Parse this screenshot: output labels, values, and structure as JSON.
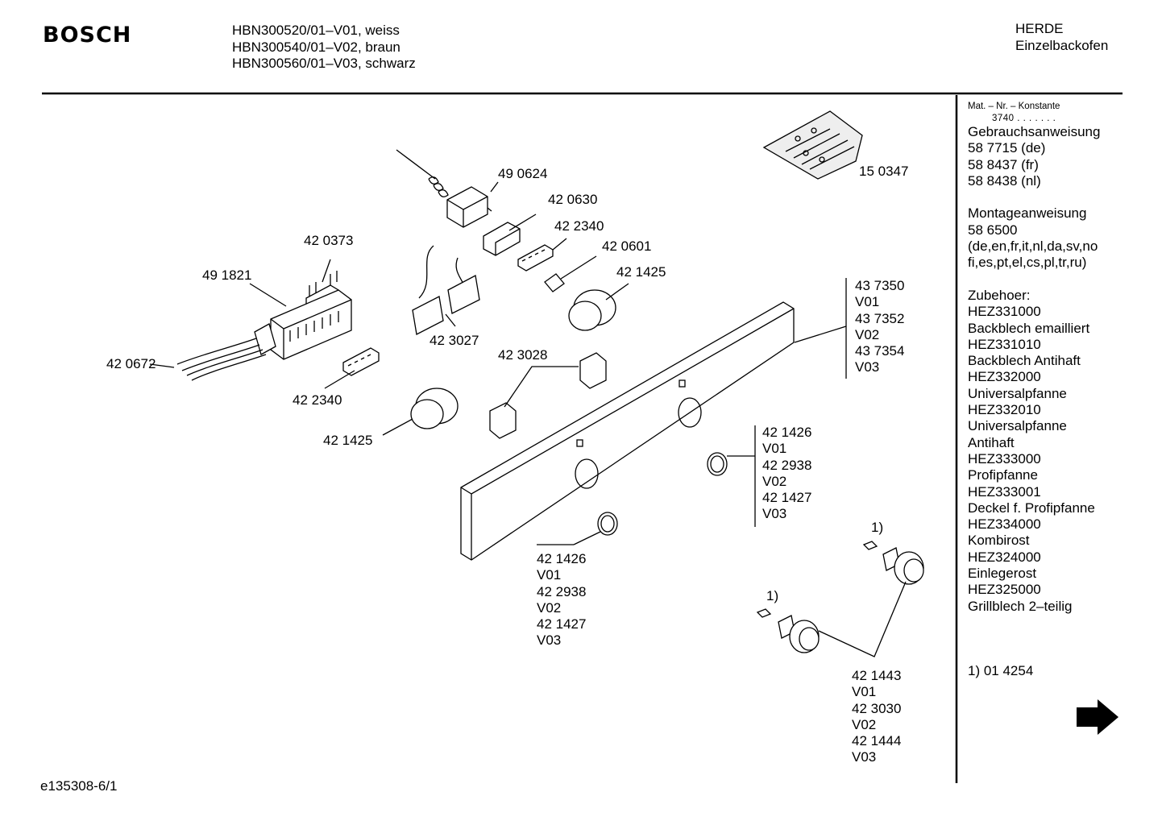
{
  "header": {
    "brand": "BOSCH",
    "models": [
      "HBN300520/01–V01, weiss",
      "HBN300540/01–V02, braun",
      "HBN300560/01–V03, schwarz"
    ],
    "category": [
      "HERDE",
      "Einzelbackofen"
    ]
  },
  "footer": {
    "doc_id": "e135308-6/1"
  },
  "sidebar": {
    "mat_label": "Mat. – Nr. – Konstante",
    "mat_value": "3740 . . . . . . .",
    "gebrauch": [
      "Gebrauchsanweisung",
      "58 7715 (de)",
      "58 8437 (fr)",
      "58 8438 (nl)"
    ],
    "montage": [
      "Montageanweisung",
      "58 6500",
      "(de,en,fr,it,nl,da,sv,no",
      "fi,es,pt,el,cs,pl,tr,ru)"
    ],
    "zubehoer": [
      "Zubehoer:",
      "HEZ331000",
      "Backblech emailliert",
      "HEZ331010",
      "Backblech Antihaft",
      "HEZ332000",
      "Universalpfanne",
      "HEZ332010",
      "Universalpfanne",
      "Antihaft",
      "HEZ333000",
      "Profipfanne",
      "HEZ333001",
      "Deckel f. Profipfanne",
      "HEZ334000",
      "Kombirost",
      "HEZ324000",
      "Einlegerost",
      "HEZ325000",
      "Grillblech 2–teilig"
    ],
    "footnote": "1) 01 4254",
    "next_arrow_icon": "arrow-right-icon"
  },
  "parts": {
    "p150347": "15 0347",
    "p490624": "49 0624",
    "p420630": "42 0630",
    "p422340a": "42 2340",
    "p420601": "42 0601",
    "p421425a": "42 1425",
    "p420373": "42 0373",
    "p491821": "49 1821",
    "p423027": "42 3027",
    "p423028": "42 3028",
    "p420672": "42 0672",
    "p422340b": "42 2340",
    "p421425b": "42 1425",
    "panel": [
      "43 7350",
      "V01",
      "43 7352",
      "V02",
      "43 7354",
      "V03"
    ],
    "ring_right": [
      "42 1426",
      "V01",
      "42 2938",
      "V02",
      "42 1427",
      "V03"
    ],
    "ring_bottom": [
      "42 1426",
      "V01",
      "42 2938",
      "V02",
      "42 1427",
      "V03"
    ],
    "knobs": [
      "42 1443",
      "V01",
      "42 3030",
      "V02",
      "42 1444",
      "V03"
    ],
    "fn1a": "1)",
    "fn1b": "1)"
  }
}
